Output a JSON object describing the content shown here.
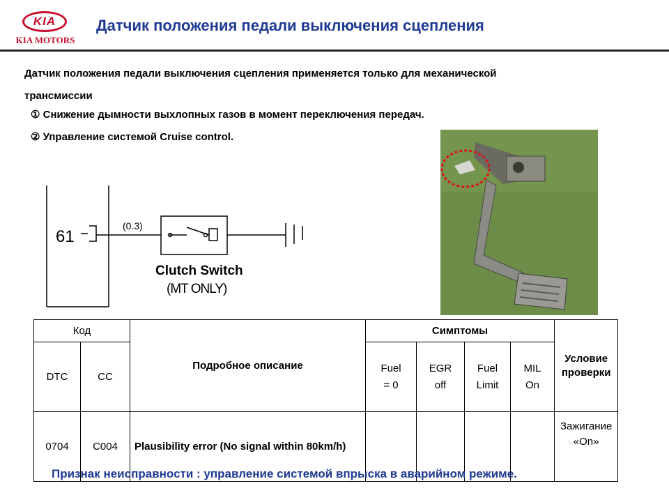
{
  "header": {
    "logo_emblem": "KIA",
    "logo_text": "KIA MOTORS",
    "title": "Датчик положения педали выключения сцепления"
  },
  "intro": {
    "line1": "Датчик положения педали выключения сцепления применяется только для механической",
    "line2": "трансмиссии",
    "bullet1": "① Снижение дымности выхлопных газов в момент переключения передач.",
    "bullet2": "② Управление системой Cruise control."
  },
  "diagram": {
    "pin": "61",
    "wire": "(0.3)",
    "switch_label": "Clutch Switch",
    "mt_only": "(MT ONLY)"
  },
  "table": {
    "code_header": "Код",
    "dtc_header": "DTC",
    "cc_header": "CC",
    "description_header": "Подробное описание",
    "symptoms_header": "Симптомы",
    "symptoms": [
      {
        "line1": "Fuel",
        "line2": "= 0"
      },
      {
        "line1": "EGR",
        "line2": "off"
      },
      {
        "line1": "Fuel",
        "line2": "Limit"
      },
      {
        "line1": "MIL",
        "line2": "On"
      }
    ],
    "condition_header": "Условие проверки",
    "rows": [
      {
        "dtc": "0704",
        "cc": "C004",
        "description": "Plausibility error (No signal within 80km/h)",
        "condition": "Зажигание «On»"
      }
    ]
  },
  "footer": "Признак неисправности : управление системой впрыска в аварийном режиме.",
  "colors": {
    "title": "#1f3a93",
    "brand": "#c8102e"
  }
}
